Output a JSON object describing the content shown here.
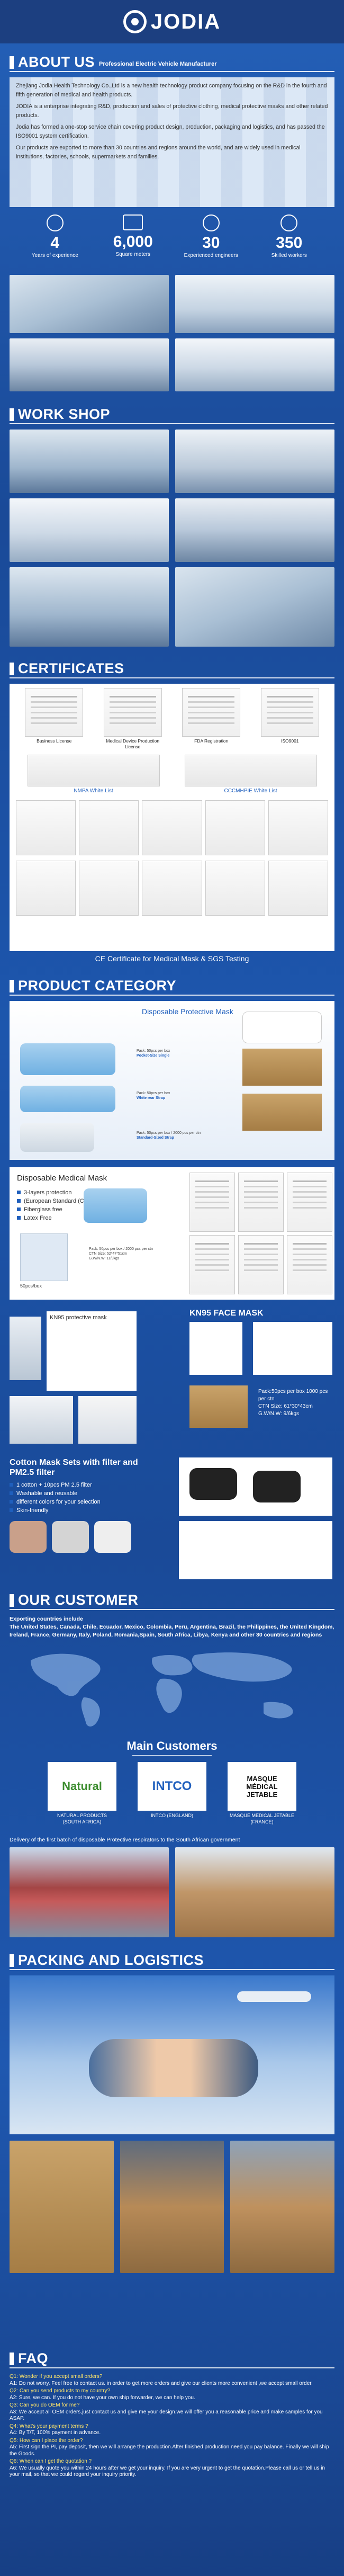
{
  "brand": {
    "name": "JODIA"
  },
  "about": {
    "title": "ABOUT US",
    "subtitle": "Professional Electric Vehicle Manufacturer",
    "paragraphs": [
      "Zhejiang Jodia Health Technology Co.,Ltd is a new health technology product company focusing on the R&D in the fourth and fifth generation of medical and health products.",
      "JODIA is a enterprise integrating R&D, production and sales of protective clothing, medical protective masks and other related products.",
      "Jodia has formed a one-stop service chain covering product design, production, packaging and logistics, and has passed the ISO9001 system certification.",
      "Our products are exported to more than 30 countries and regions around the world, and are widely used in medical institutions, factories, schools, supermarkets and families."
    ],
    "stats": [
      {
        "num": "4",
        "label": "Years of experience"
      },
      {
        "num": "6,000",
        "label": "Square meters"
      },
      {
        "num": "30",
        "label": "Experienced engineers"
      },
      {
        "num": "350",
        "label": "Skilled workers"
      }
    ]
  },
  "workshop": {
    "title": "WORK SHOP"
  },
  "certificates": {
    "title": "CERTIFICATES",
    "items": [
      {
        "caption": "Business License"
      },
      {
        "caption": "Medical Device Production License"
      },
      {
        "caption": "FDA Registration"
      },
      {
        "caption": "ISO9001"
      }
    ],
    "white_lists": [
      {
        "caption": "NMPA White List"
      },
      {
        "caption": "CCCMHPIE White List"
      }
    ],
    "ce_caption": "CE Certificate for Medical Mask & SGS Testing"
  },
  "product": {
    "title": "PRODUCT CATEGORY",
    "disposable_protective": {
      "title": "Disposable Protective Mask",
      "variants": [
        {
          "name": "Pocket-Size Single",
          "pack": "Pack: 50pcs per box"
        },
        {
          "name": "White rear Strap",
          "pack": "Pack: 50pcs per box"
        },
        {
          "name": "Standard-Sized Strap",
          "pack": "Pack: 50pcs per box / 2000 pcs per ctn"
        }
      ]
    },
    "disposable_medical": {
      "title": "Disposable Medical Mask",
      "features": [
        "3-layers protection",
        "(European Standard (CE)",
        "Fiberglass free",
        "Latex Free"
      ],
      "sample": "50pcs/box",
      "packing": "Pack: 50pcs per box / 2000 pcs per ctn",
      "ctn": "CTN Size: 52*47*51cm",
      "weight": "G.W/N.W: 11/9kgs"
    },
    "kn95": {
      "title": "KN95 FACE MASK",
      "box_label": "KN95 protective mask",
      "packing": "Pack:50pcs per box 1000 pcs per ctn",
      "ctn": "CTN Size: 61*30*43cm",
      "weight": "G.W/N.W: 9/6kgs"
    },
    "cotton": {
      "title": "Cotton Mask Sets with filter and  PM2.5 filter",
      "features": [
        "1 cotton + 10pcs PM 2.5 filter",
        "Washable and reusable",
        "different colors for your selection",
        "Skin-friendly"
      ]
    }
  },
  "customer": {
    "title": "OUR CUSTOMER",
    "exporting_title": "Exporting countries include",
    "countries": "The United States, Canada, Chile, Ecuador, Mexico, Colombia, Peru, Argentina, Brazil, the Philippines, the United Kingdom, Ireland, France, Germany, Italy, Poland, Romania,Spain, South Africa, Libya, Kenya and other 30 countries and regions",
    "main_title": "Main Customers",
    "main": [
      {
        "logo": "Natural",
        "caption": "NATURAL PRODUCTS (SOUTH AFRICA)"
      },
      {
        "logo": "INTCO",
        "caption": "INTCO (ENGLAND)"
      },
      {
        "logo": "MASQUE MÉDICAL JETABLE",
        "caption": "MASQUE MEDICAL JETABLE (FRANCE)"
      }
    ],
    "delivery": "Delivery of the first batch of disposable Protective respirators to the South African government"
  },
  "packing": {
    "title": "PACKING AND LOGISTICS"
  },
  "faq": {
    "title": "FAQ",
    "items": [
      {
        "q": "Q1: Wonder if you accept small orders?",
        "a": "A1: Do not worry. Feel free to contact us. in order to get more orders and give our clients more convenient ,we accept small order."
      },
      {
        "q": "Q2: Can you send products to my country?",
        "a": "A2: Sure, we can. If you do not have your own ship forwarder, we can help you."
      },
      {
        "q": "Q3: Can you do OEM for me?",
        "a": "A3: We accept all OEM orders,just contact us and give me your design.we will offer you a reasonable price and make samples for you ASAP."
      },
      {
        "q": "Q4: What's your payment terms ?",
        "a": "A4: By T/T, 100% payment in advance."
      },
      {
        "q": "Q5: How can I place the order?",
        "a": "A5: First sign the PI, pay deposit, then we will arrange the production.After finished production need you pay balance. Finally we will ship the Goods."
      },
      {
        "q": "Q6: When can I get the quotation ?",
        "a": "A6: We usually quote you within 24 hours after we get your inquiry. If you are very urgent to get the quotation.Please call us or tell us in your mail, so that we could regard your inquiry priority."
      }
    ]
  }
}
